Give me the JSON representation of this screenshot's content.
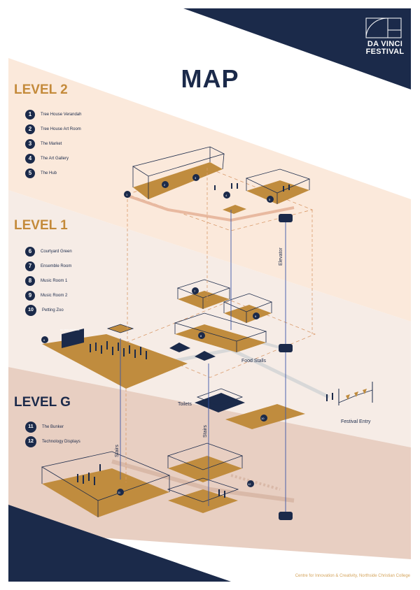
{
  "title": "MAP",
  "logo": {
    "line1": "DA VINCI",
    "line2": "FESTIVAL"
  },
  "levels": [
    {
      "title": "LEVEL 2",
      "items": [
        {
          "num": "1",
          "label": "Tree House Verandah"
        },
        {
          "num": "2",
          "label": "Tree House Art Room"
        },
        {
          "num": "3",
          "label": "The Market"
        },
        {
          "num": "4",
          "label": "The Art Gallery"
        },
        {
          "num": "5",
          "label": "The Hub"
        }
      ]
    },
    {
      "title": "LEVEL 1",
      "items": [
        {
          "num": "6",
          "label": "Courtyard Green"
        },
        {
          "num": "7",
          "label": "Ensemble Room"
        },
        {
          "num": "8",
          "label": "Music Room 1"
        },
        {
          "num": "9",
          "label": "Music Room 2"
        },
        {
          "num": "10",
          "label": "Petting Zoo"
        }
      ]
    },
    {
      "title": "LEVEL G",
      "items": [
        {
          "num": "11",
          "label": "The Bunker"
        },
        {
          "num": "12",
          "label": "Technology Displays"
        }
      ]
    }
  ],
  "labels": {
    "elevator": "Elevator",
    "stairs_left": "Stairs",
    "stairs_right": "Stairs",
    "food_stalls": "Food Stalls",
    "toilets": "Toilets",
    "festival_entry": "Festival Entry",
    "sign": "DA VINCI FESTIVAL"
  },
  "footer": "Centre for Innovation & Creativity, Northside Christian College",
  "colors": {
    "navy": "#1b2a4a",
    "gold": "#c48a3a",
    "floor": "#c08c3e",
    "band_level2": "#fbe9db",
    "band_level1": "#f6ece6",
    "band_levelg": "#e8cfc2"
  }
}
